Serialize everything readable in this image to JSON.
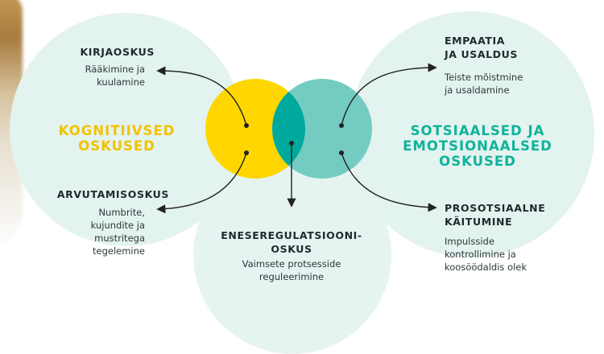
{
  "colors": {
    "yellow": "#FFD600",
    "teal": "#74CBC1",
    "overlap": "#00A99D",
    "pale": "#E3F3EF",
    "cognitive_text": "#F2C200",
    "social_text": "#0FB39B"
  },
  "cognitive": {
    "heading_line1": "KOGNITIIVSED",
    "heading_line2": "OSKUSED",
    "writing": {
      "title": "KIRJAOSKUS",
      "desc_line1": "Rääkimine ja",
      "desc_line2": "kuulamine"
    },
    "numeracy": {
      "title": "ARVUTAMISOSKUS",
      "desc_line1": "Numbrite,",
      "desc_line2": "kujundite ja",
      "desc_line3": "mustritega",
      "desc_line4": "tegelemine"
    }
  },
  "social": {
    "heading_line1": "SOTSIAALSED JA",
    "heading_line2": "EMOTSIONAALSED",
    "heading_line3": "OSKUSED",
    "empathy": {
      "title_line1": "EMPAATIA",
      "title_line2": "JA USALDUS",
      "desc_line1": "Teiste mõistmine",
      "desc_line2": "ja usaldamine"
    },
    "prosocial": {
      "title_line1": "PROSOTSIAALNE",
      "title_line2": "KÄITUMINE",
      "desc_line1": "Impulsside",
      "desc_line2": "kontrollimine ja",
      "desc_line3": "koosöödaldis olek"
    }
  },
  "self_regulation": {
    "title_line1": "ENESEREGULATSIOONI-",
    "title_line2": "OSKUS",
    "desc_line1": "Vaimsete protsesside",
    "desc_line2": "reguleerimine"
  }
}
